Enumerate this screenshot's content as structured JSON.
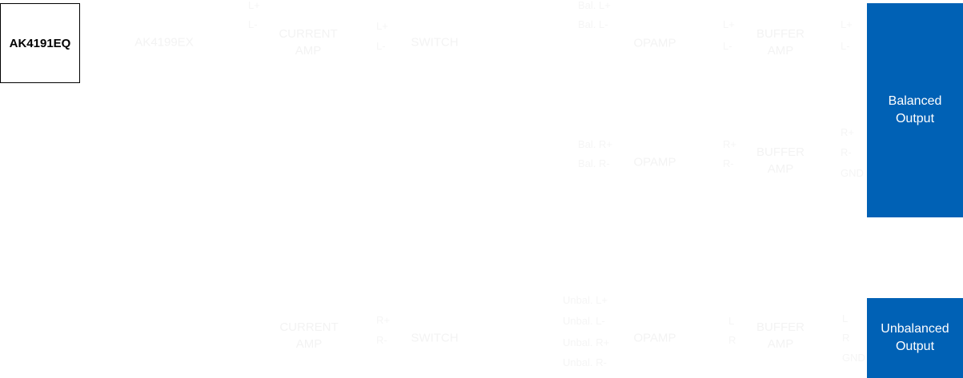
{
  "chip": {
    "label": "AK4191EQ"
  },
  "blocks": {
    "dac": "AK4199EX",
    "current_amp_top": "CURRENT\nAMP",
    "current_amp_bottom": "CURRENT\nAMP",
    "switch_top": "SWITCH",
    "switch_bottom": "SWITCH",
    "opamp_l": "OPAMP",
    "opamp_r": "OPAMP",
    "opamp_unbal": "OPAMP",
    "buffer_l": "BUFFER\nAMP",
    "buffer_r": "BUFFER\nAMP",
    "buffer_unbal": "BUFFER\nAMP"
  },
  "signals": {
    "dac_l_plus": "L+",
    "dac_l_minus": "L-",
    "ca_l_plus": "L+",
    "ca_l_minus": "L-",
    "bal_l_plus": "Bal. L+",
    "bal_l_minus": "Bal. L-",
    "op_l_plus": "L+",
    "op_l_minus": "L-",
    "buf_l_plus": "L+",
    "buf_l_minus": "L-",
    "bal_r_plus": "Bal. R+",
    "bal_r_minus": "Bal. R-",
    "op_r_plus": "R+",
    "op_r_minus": "R-",
    "buf_r_plus": "R+",
    "buf_r_minus": "R-",
    "buf_gnd": "GND",
    "ca_r_plus": "R+",
    "ca_r_minus": "R-",
    "unbal_l_plus": "Unbal. L+",
    "unbal_l_minus": "Unbal. L-",
    "unbal_r_plus": "Unbal. R+",
    "unbal_r_minus": "Unbal. R-",
    "op_unbal_l": "L",
    "op_unbal_r": "R",
    "ub_l": "L",
    "ub_r": "R",
    "ub_gnd": "GND"
  },
  "outputs": {
    "balanced": "Balanced\nOutput",
    "unbalanced": "Unbalanced\nOutput"
  },
  "colors": {
    "output_fill": "#0061b5",
    "faint_text": "#f5f5f5"
  }
}
